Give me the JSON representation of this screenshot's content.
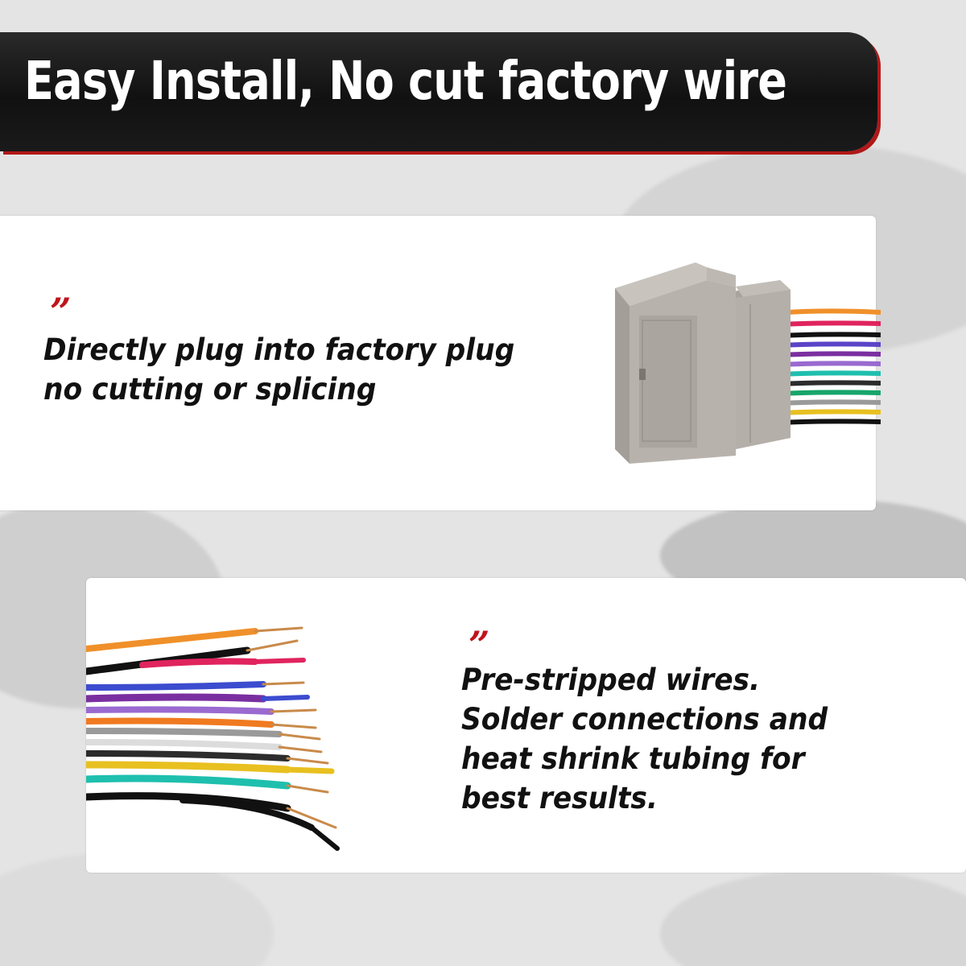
{
  "banner": {
    "title": "Easy Install, No cut factory wire"
  },
  "features": [
    {
      "quote_mark": "”",
      "lines": [
        "Directly plug into factory plug",
        "no cutting or splicing"
      ],
      "image_icon": "connector-plug-icon"
    },
    {
      "quote_mark": "”",
      "lines": [
        "Pre-stripped wires.",
        "Solder connections and",
        "heat shrink tubing for",
        "best results."
      ],
      "image_icon": "stripped-wires-icon"
    }
  ],
  "colors": {
    "banner_bg": "#111111",
    "banner_accent": "#b01818",
    "quote": "#c0141c",
    "text": "#111111",
    "card_bg": "#ffffff"
  },
  "wire_colors": [
    "#f0902a",
    "#e0245e",
    "#111111",
    "#7a2fa0",
    "#3c4ccf",
    "#9a9a9a",
    "#ffffff",
    "#1fbfae",
    "#e8c020",
    "#2c2c2c",
    "#f07a20"
  ]
}
